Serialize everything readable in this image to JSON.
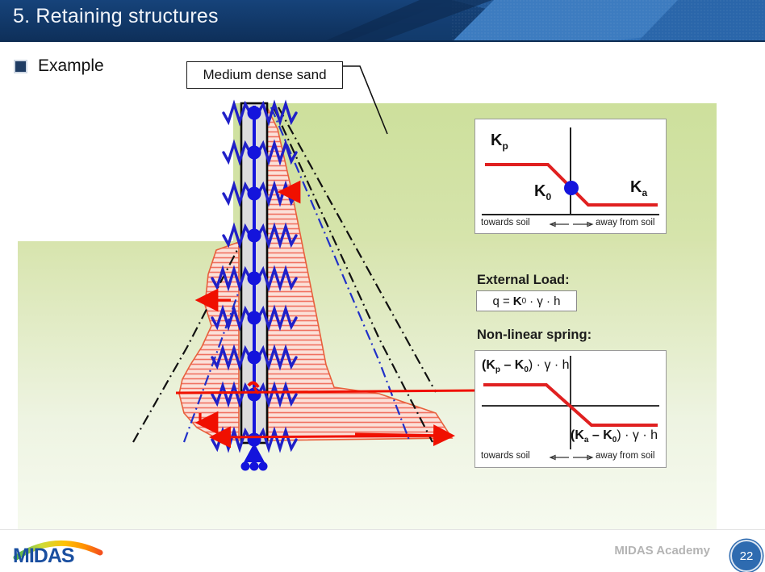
{
  "header": {
    "title": "5. Retaining structures"
  },
  "content": {
    "bullet_label": "Example",
    "callout_label": "Medium dense sand"
  },
  "panel": {
    "external_load_title": "External Load:",
    "external_load_eq_q": "q =",
    "external_load_eq_k": "K",
    "external_load_eq_k_sub": "0",
    "external_load_eq_tail": "· γ · h",
    "nonlinear_spring_title": "Non-linear spring:"
  },
  "chart_top": {
    "label_kp": "K",
    "label_kp_sub": "p",
    "label_k0": "K",
    "label_k0_sub": "0",
    "label_ka": "K",
    "label_ka_sub": "a",
    "axis_left": "towards soil",
    "axis_right": "away from soil",
    "curve_color": "#e02020",
    "point_color": "#1414dc"
  },
  "chart_bottom": {
    "label_upper": "(K",
    "label_upper_sub1": "p",
    "label_upper_mid": " – K",
    "label_upper_sub2": "0",
    "label_upper_tail": ") · γ · h",
    "label_lower": "(K",
    "label_lower_sub1": "a",
    "label_lower_mid": " – K",
    "label_lower_sub2": "0",
    "label_lower_tail": ") · γ · h",
    "axis_left": "towards soil",
    "axis_right": "away from soil",
    "curve_color": "#e02020"
  },
  "chart_data": [
    {
      "type": "line",
      "id": "earth-pressure-coefficient",
      "title": "",
      "xlabel": "",
      "ylabel": "",
      "annotations": [
        "K_p",
        "K_0",
        "K_a",
        "towards soil",
        "away from soil"
      ],
      "series": [
        {
          "name": "K curve",
          "x": [
            0,
            0.4,
            0.5,
            0.62,
            1.0
          ],
          "y": [
            0.78,
            0.78,
            0.5,
            0.26,
            0.26
          ]
        }
      ],
      "markers": [
        {
          "name": "K_0",
          "x": 0.5,
          "y": 0.5
        }
      ],
      "xlim": [
        0,
        1
      ],
      "ylim": [
        0,
        1
      ],
      "grid": false,
      "legend": "none"
    },
    {
      "type": "line",
      "id": "non-linear-spring",
      "title": "",
      "xlabel": "",
      "ylabel": "",
      "annotations": [
        "(K_p - K_0)·γ·h",
        "(K_a - K_0)·γ·h",
        "towards soil",
        "away from soil"
      ],
      "series": [
        {
          "name": "spring force",
          "x": [
            0,
            0.4,
            0.5,
            0.62,
            1.0
          ],
          "y": [
            0.76,
            0.76,
            0.5,
            0.24,
            0.24
          ]
        }
      ],
      "xlim": [
        0,
        1
      ],
      "ylim": [
        0,
        1
      ],
      "grid": false,
      "legend": "none"
    }
  ],
  "footer": {
    "logo_text": "MIDAS",
    "academy_label": "MIDAS Academy",
    "page_number": "22"
  }
}
